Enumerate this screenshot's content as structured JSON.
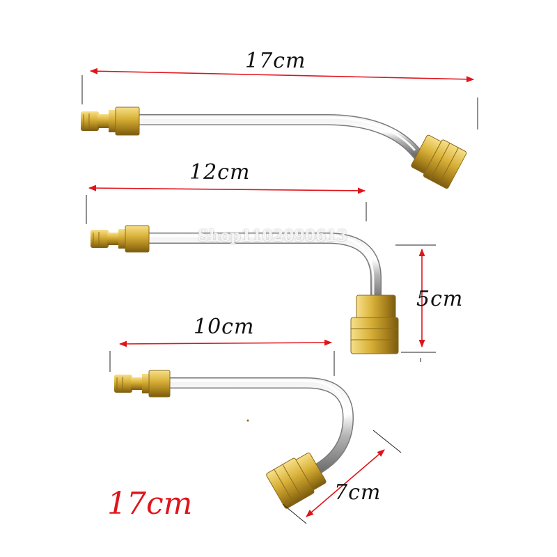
{
  "labels": {
    "top_length": "17cm",
    "mid_length": "12cm",
    "mid_drop": "5cm",
    "bottom_length": "10cm",
    "bottom_diag": "7cm",
    "total_length": "17cm"
  },
  "watermark": "Shop1102090613",
  "colors": {
    "dimension_line": "#e0141b",
    "total_text": "#e0141b",
    "brass": "#c9a227",
    "chrome": "#c8c8c8"
  }
}
